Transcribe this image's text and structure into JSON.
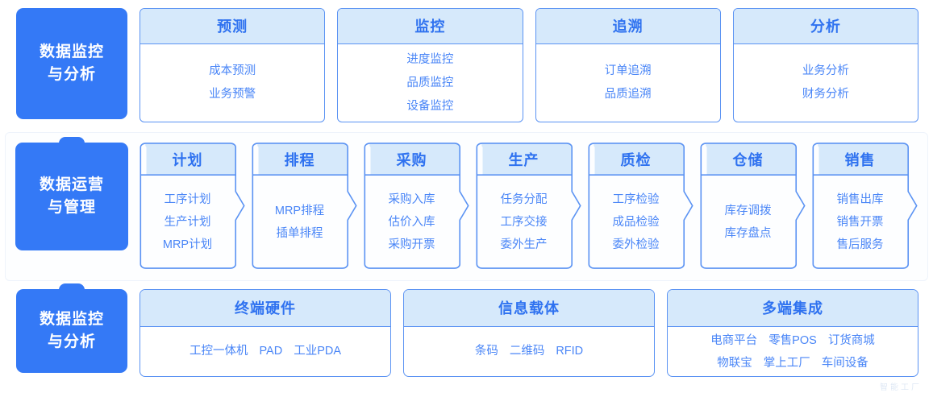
{
  "colors": {
    "brand_blue": "#3479f6",
    "card_border": "#5b93f3",
    "head_bg": "#d6e9fb",
    "head_text": "#2f72f0",
    "body_text": "#4a86f7"
  },
  "rows": [
    {
      "label": "数据监控\n与分析",
      "cards": [
        {
          "title": "预测",
          "items": [
            "成本预测",
            "业务预警"
          ]
        },
        {
          "title": "监控",
          "items": [
            "进度监控",
            "品质监控",
            "设备监控"
          ]
        },
        {
          "title": "追溯",
          "items": [
            "订单追溯",
            "品质追溯"
          ]
        },
        {
          "title": "分析",
          "items": [
            "业务分析",
            "财务分析"
          ]
        }
      ]
    },
    {
      "label": "数据运营\n与管理",
      "cards": [
        {
          "title": "计划",
          "items": [
            "工序计划",
            "生产计划",
            "MRP计划"
          ]
        },
        {
          "title": "排程",
          "items": [
            "MRP排程",
            "插单排程"
          ]
        },
        {
          "title": "采购",
          "items": [
            "采购入库",
            "估价入库",
            "采购开票"
          ]
        },
        {
          "title": "生产",
          "items": [
            "任务分配",
            "工序交接",
            "委外生产"
          ]
        },
        {
          "title": "质检",
          "items": [
            "工序检验",
            "成品检验",
            "委外检验"
          ]
        },
        {
          "title": "仓储",
          "items": [
            "库存调拨",
            "库存盘点"
          ]
        },
        {
          "title": "销售",
          "items": [
            "销售出库",
            "销售开票",
            "售后服务"
          ]
        }
      ]
    },
    {
      "label": "数据监控\n与分析",
      "cards": [
        {
          "title": "终端硬件",
          "inline": true,
          "items": [
            "工控一体机",
            "PAD",
            "工业PDA"
          ]
        },
        {
          "title": "信息载体",
          "inline": true,
          "items": [
            "条码",
            "二维码",
            "RFID"
          ]
        },
        {
          "title": "多端集成",
          "inline": true,
          "items": [
            "电商平台",
            "零售POS",
            "订货商城",
            "物联宝",
            "掌上工厂",
            "车间设备"
          ]
        }
      ]
    }
  ],
  "watermark": "智能工厂"
}
